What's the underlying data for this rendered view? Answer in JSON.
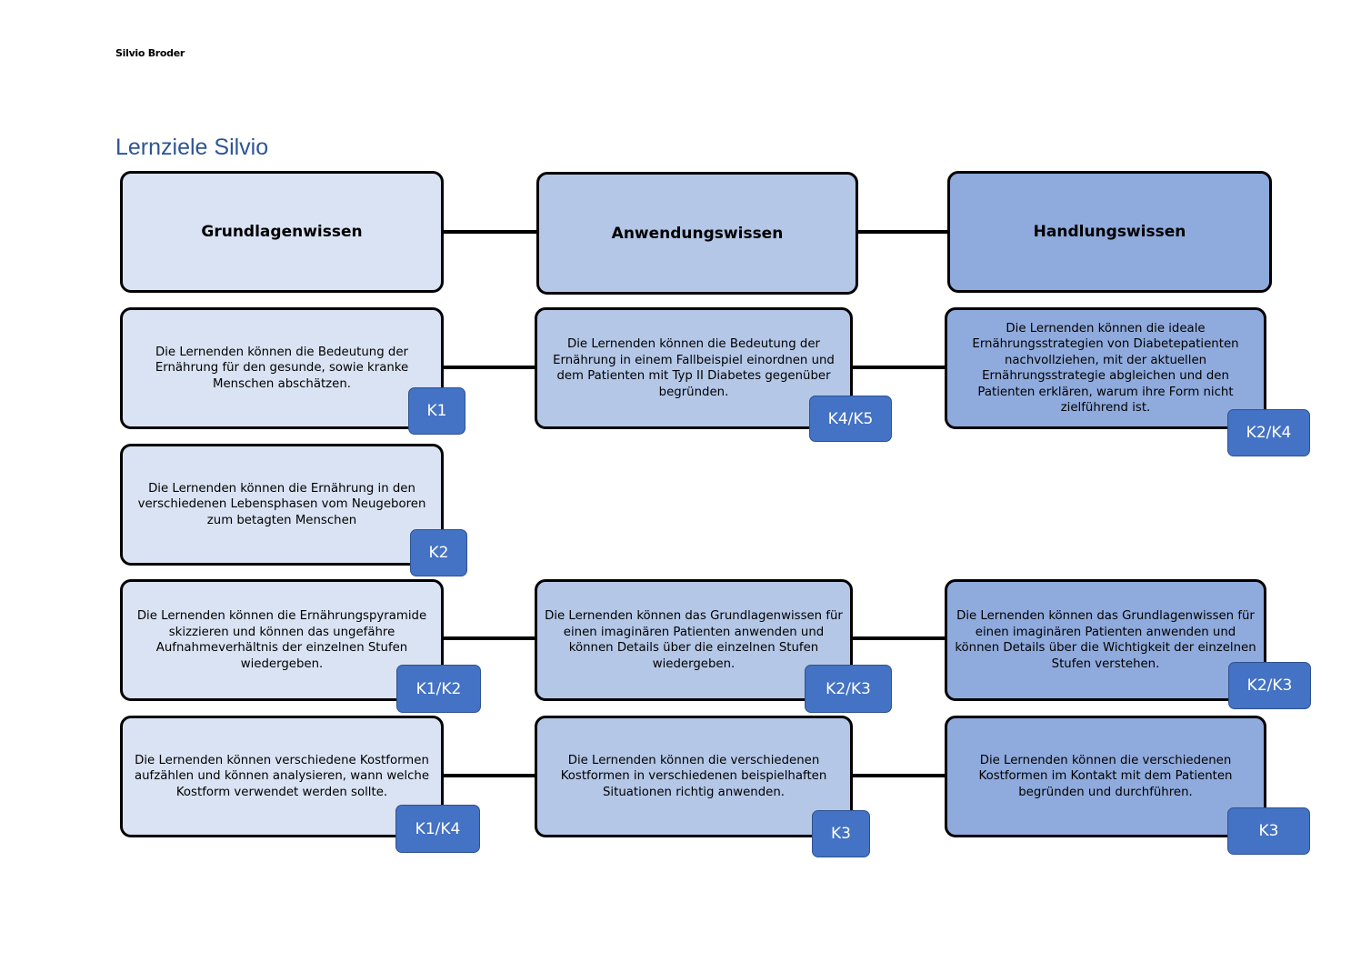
{
  "header": {
    "author": "Silvio Broder"
  },
  "title": "Lernziele Silvio",
  "columns": [
    {
      "label": "Grundlagenwissen"
    },
    {
      "label": "Anwendungswissen"
    },
    {
      "label": "Handlungswissen"
    }
  ],
  "rows": [
    {
      "goals": [
        {
          "text": "Die Lernenden können die Bedeutung der Ernährung für den gesunde, sowie kranke Menschen abschätzen.",
          "level": "K1"
        },
        {
          "text": "Die Lernenden können die Bedeutung der Ernährung in einem Fallbeispiel einordnen und dem Patienten mit Typ II Diabetes gegenüber begründen.",
          "level": "K4/K5"
        },
        {
          "text": "Die Lernenden können die ideale Ernährungsstrategien von Diabetepatienten nachvollziehen, mit der aktuellen Ernährungsstrategie abgleichen und den Patienten erklären, warum ihre Form nicht zielführend ist.",
          "level": "K2/K4"
        }
      ]
    },
    {
      "goals": [
        {
          "text": "Die Lernenden können die Ernährung in den verschiedenen Lebensphasen vom Neugeboren zum betagten Menschen",
          "level": "K2"
        }
      ]
    },
    {
      "goals": [
        {
          "text": "Die Lernenden können die Ernährungspyramide skizzieren und können das ungefähre Aufnahmeverhältnis der einzelnen Stufen wiedergeben.",
          "level": "K1/K2"
        },
        {
          "text": "Die Lernenden können das Grundlagenwissen für einen imaginären Patienten anwenden und können Details über die einzelnen Stufen wiedergeben.",
          "level": "K2/K3"
        },
        {
          "text": "Die Lernenden können das Grundlagenwissen für einen imaginären Patienten anwenden und können Details über die Wichtigkeit der einzelnen Stufen verstehen.",
          "level": "K2/K3"
        }
      ]
    },
    {
      "goals": [
        {
          "text": "Die Lernenden können verschiedene Kostformen aufzählen und können analysieren, wann welche Kostform verwendet werden sollte.",
          "level": "K1/K4"
        },
        {
          "text": "Die Lernenden können die verschiedenen Kostformen in verschiedenen beispielhaften Situationen richtig anwenden.",
          "level": "K3"
        },
        {
          "text": "Die Lernenden können die verschiedenen Kostformen im Kontakt mit dem Patienten begründen und durchführen.",
          "level": "K3"
        }
      ]
    }
  ],
  "colors": {
    "grundlagen": "#dae3f3",
    "anwendung": "#b4c7e7",
    "handlung": "#8faadc",
    "badge": "#4472c4",
    "title": "#2e5597"
  }
}
